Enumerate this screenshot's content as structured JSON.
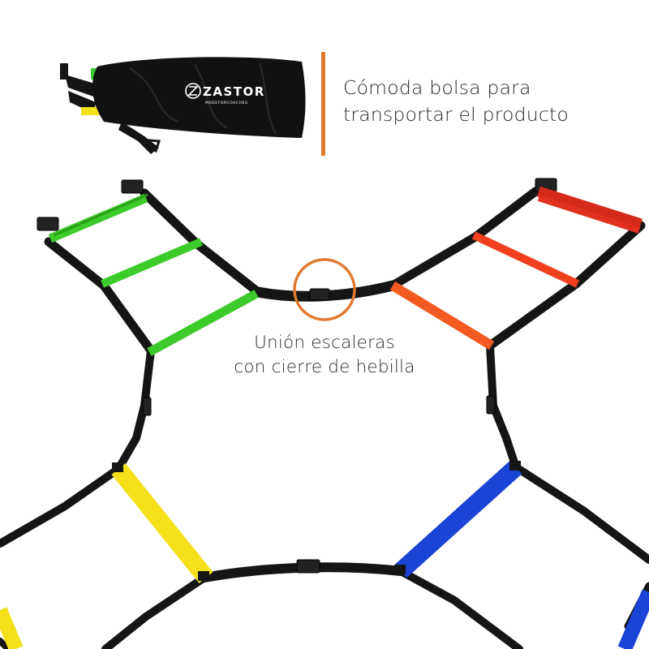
{
  "bag_caption": {
    "line1": "Cómoda bolsa para",
    "line2": "transportar el producto"
  },
  "join_caption": {
    "line1": "Unión escaleras",
    "line2": "con cierre de hebilla"
  },
  "bag_logo": {
    "brand": "ZASTOR",
    "tagline": "MADEFORCOACHES"
  },
  "colors": {
    "accent_orange": "#e07b30",
    "strap_black": "#151515",
    "rung_green": "#3ccb2a",
    "rung_red": "#e0301e",
    "rung_orange": "#f25a22",
    "rung_yellow": "#f4e11a",
    "rung_blue": "#1b43d6",
    "caption_text": "#2a2a2a"
  }
}
